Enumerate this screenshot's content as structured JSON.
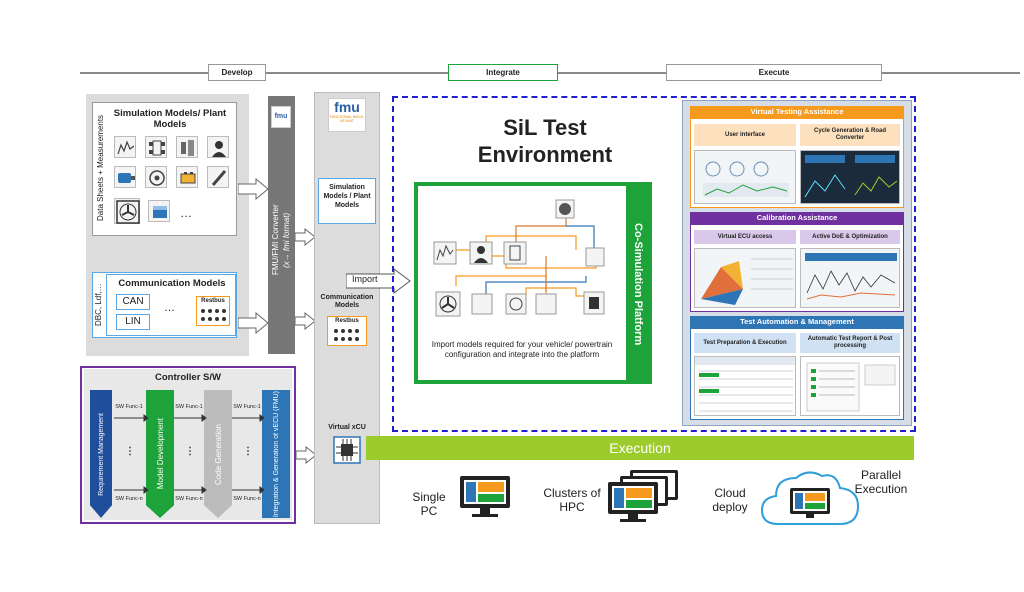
{
  "phases": {
    "develop": "Develop",
    "integrate": "Integrate",
    "execute": "Execute"
  },
  "develop": {
    "side_label_sheets": "Data Sheets + Measurements",
    "simulation_title": "Simulation Models/ Plant Models",
    "ellipsis": "…",
    "side_label_dbc": "DBC, Ldf,…",
    "communication_title": "Communication Models",
    "can": "CAN",
    "lin": "LIN",
    "restbus": "Restbus",
    "fmu_converter": "FMU/FMI Converter",
    "fmu_converter_sub": "(x→ fmi format)"
  },
  "controller": {
    "title": "Controller S/W",
    "stage1": "Requirement Management",
    "stage2": "Model Development",
    "stage3": "Code Generation",
    "stage4": "Integration & Generation of vECU (FMU)",
    "sw_top": "SW Func-1",
    "sw_bottom": "SW Func-n",
    "vdots": "⋮"
  },
  "integrate": {
    "fmu_logo": "fmu",
    "fmu_sub": "FUNCTIONAL MOCK-UP UNIT",
    "sim_models": "Simulation Models / Plant Models",
    "comm_models": "Communication Models",
    "restbus": "Restbus",
    "virtual_xcu": "Virtual xCU"
  },
  "sil": {
    "title_line1": "SiL Test",
    "title_line2": "Environment",
    "import_label": "Import",
    "cosim_label": "Co-Simulation Platform",
    "caption": "Import models required for your vehicle/ powertrain configuration and integrate into the platform"
  },
  "assist": {
    "vta_title": "Virtual Testing Assistance",
    "vta_ui": "User interface",
    "vta_cycle": "Cycle Generation & Road Converter",
    "cal_title": "Calibration Assistance",
    "cal_vecu": "Virtual ECU access",
    "cal_doe": "Active DoE & Optimization",
    "ta_title": "Test Automation & Management",
    "ta_prep": "Test Preparation & Execution",
    "ta_report": "Automatic Test Report & Post processing"
  },
  "execution": {
    "bar_label": "Execution",
    "single_pc": "Single PC",
    "clusters": "Clusters of HPC",
    "cloud": "Cloud deploy",
    "parallel": "Parallel Execution"
  },
  "colors": {
    "blue_dash": "#1f1fcf",
    "green": "#1ea33a",
    "lime": "#9ccb2c",
    "orange": "#f59a1c",
    "purple": "#7030a0",
    "navy": "#1f4e9c",
    "steel": "#2e75b6"
  }
}
